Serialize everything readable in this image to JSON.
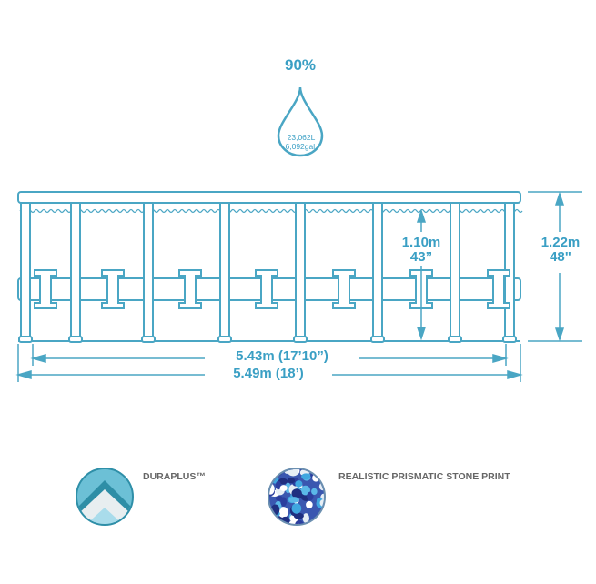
{
  "water_fill": {
    "percent_label": "90%",
    "liters": "23,062L",
    "gallons": "6,092gal."
  },
  "dimensions": {
    "inner_diameter": "5.43m (17’10”)",
    "outer_diameter": "5.49m (18’)",
    "water_depth_m": "1.10m",
    "water_depth_in": "43”",
    "wall_height_m": "1.22m",
    "wall_height_in": "48\""
  },
  "features": [
    {
      "label": "DURAPLUS™",
      "icon": "duraplus-icon"
    },
    {
      "label": "REALISTIC PRISMATIC STONE PRINT",
      "icon": "stone-print-icon"
    }
  ],
  "colors": {
    "line": "#4aa6c4",
    "text": "#3a9fc4"
  }
}
